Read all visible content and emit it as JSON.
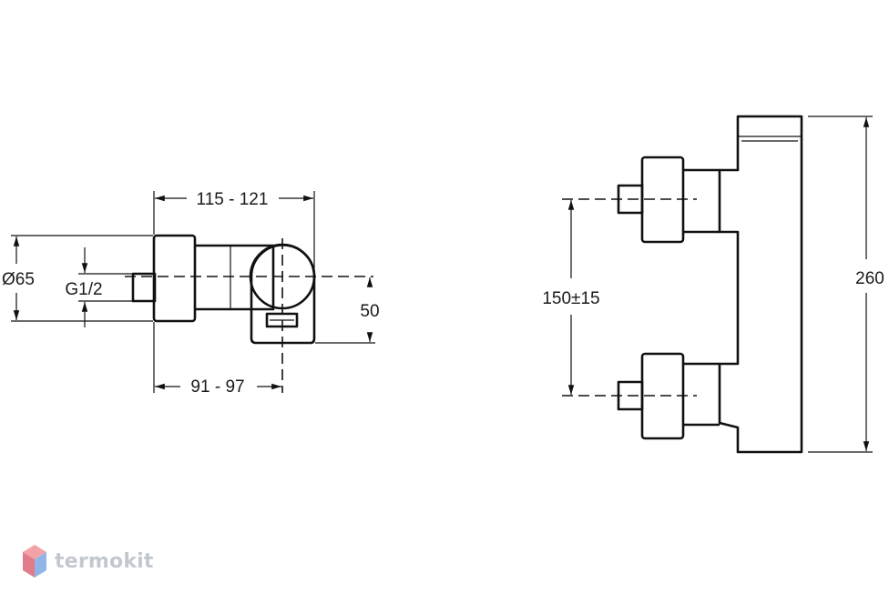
{
  "diagram": {
    "labels": {
      "width_range": "115 - 121",
      "diameter": "Ø65",
      "thread": "G1/2",
      "height_offset": "50",
      "depth_range": "91 - 97",
      "spacing": "150±15",
      "total_height": "260"
    }
  },
  "watermark": {
    "brand": "termokit",
    "colors": {
      "top": "#f3a3a8",
      "left": "#e07b8a",
      "right": "#8fb6e6",
      "text": "#c3c8d0"
    }
  }
}
